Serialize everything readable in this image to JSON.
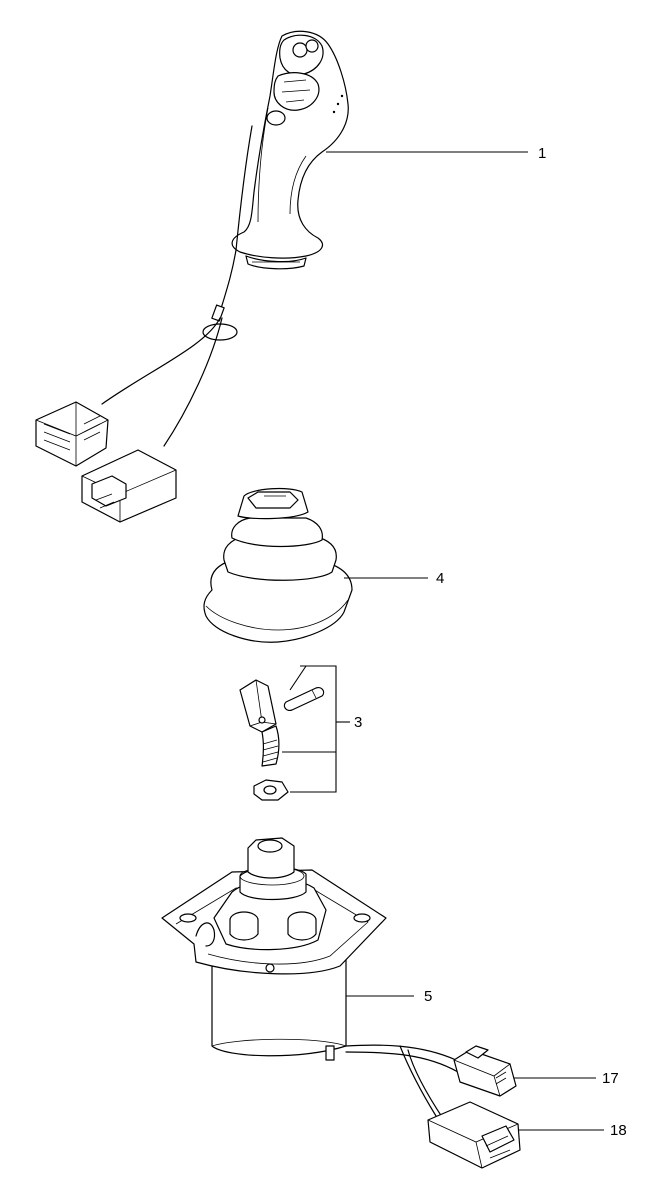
{
  "callouts": {
    "joystick_handle": "1",
    "hardware_kit": "3",
    "rubber_boot": "4",
    "joystick_base": "5",
    "connector_small": "17",
    "connector_large": "18"
  }
}
